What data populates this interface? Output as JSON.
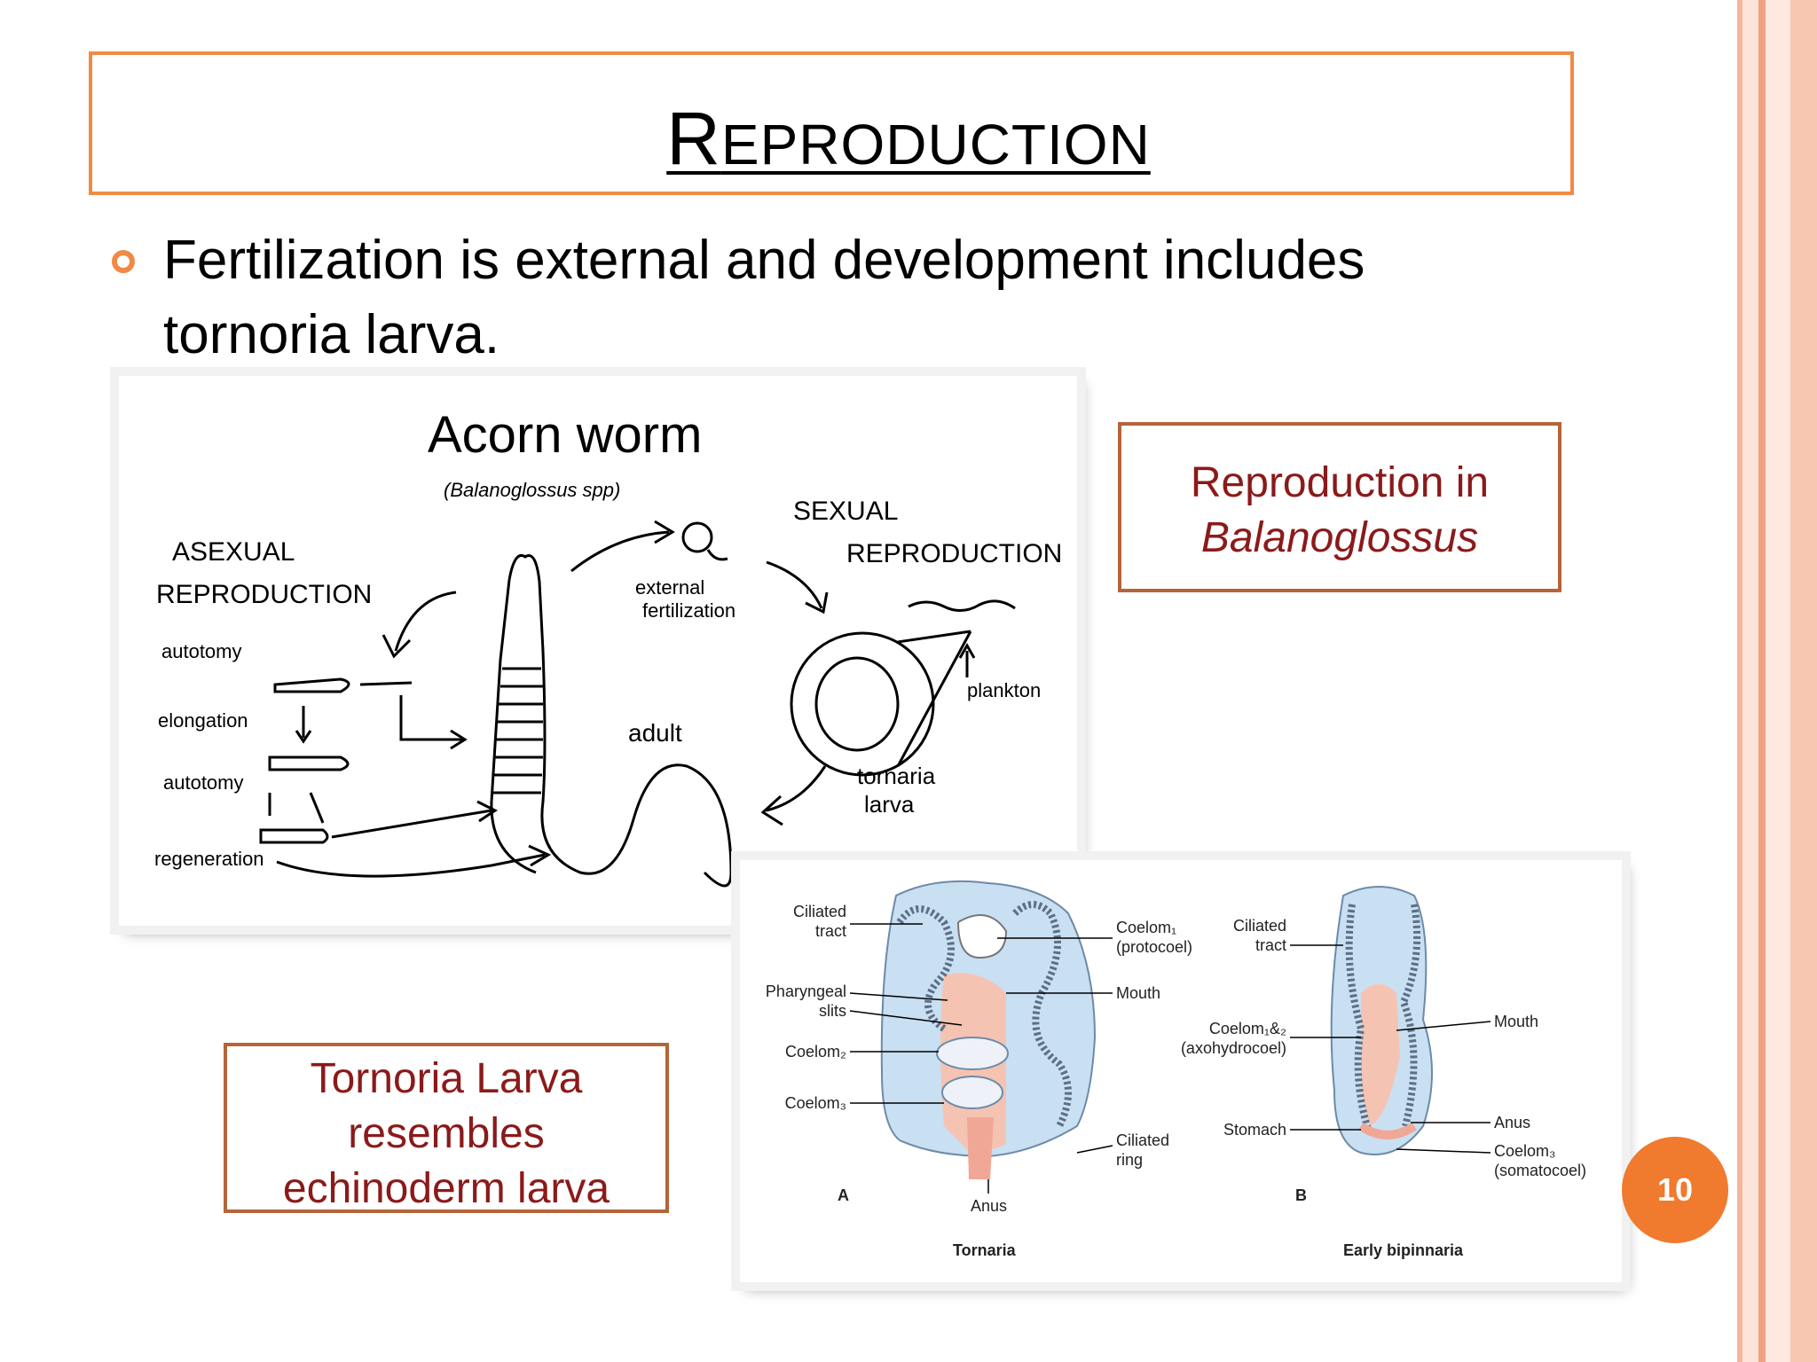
{
  "slide": {
    "title_first": "R",
    "title_rest": "EPRODUCTION",
    "bullet": "Fertilization is external and development includes tornoria larva.",
    "page_number": "10",
    "accent_color": "#f08a45",
    "label_color": "#8b1a1a"
  },
  "caption_boxes": {
    "reproduction_line1": "Reproduction in",
    "reproduction_line2": "Balanoglossus",
    "tornoria_line1": "Tornoria Larva",
    "tornoria_line2": "resembles",
    "tornoria_line3": "echinoderm larva"
  },
  "acorn_sketch": {
    "title": "Acorn worm",
    "subtitle": "(Balanoglossus spp)",
    "asexual_1": "ASEXUAL",
    "asexual_2": "REPRODUCTION",
    "sexual_1": "SEXUAL",
    "sexual_2": "REPRODUCTION",
    "autotomy": "autotomy",
    "elongation": "elongation",
    "autotomy2": "autotomy",
    "regeneration": "regeneration",
    "external_1": "external",
    "external_2": "fertilization",
    "plankton": "plankton",
    "adult": "adult",
    "tornaria_1": "tornaria",
    "tornaria_2": "larva"
  },
  "larva_diagram": {
    "ciliated_tract_a1": "Ciliated",
    "ciliated_tract_a2": "tract",
    "pharyngeal_1": "Pharyngeal",
    "pharyngeal_2": "slits",
    "coelom2": "Coelom₂",
    "coelom3": "Coelom₃",
    "coelom1_1": "Coelom₁",
    "coelom1_2": "(protocoel)",
    "mouth_a": "Mouth",
    "ciliated_ring_1": "Ciliated",
    "ciliated_ring_2": "ring",
    "anus_a": "Anus",
    "letter_a": "A",
    "caption_a": "Tornaria",
    "ciliated_tract_b1": "Ciliated",
    "ciliated_tract_b2": "tract",
    "coelom12_1": "Coelom₁&₂",
    "coelom12_2": "(axohydrocoel)",
    "stomach": "Stomach",
    "mouth_b": "Mouth",
    "anus_b": "Anus",
    "coelom3b_1": "Coelom₃",
    "coelom3b_2": "(somatocoel)",
    "letter_b": "B",
    "caption_b": "Early bipinnaria"
  }
}
